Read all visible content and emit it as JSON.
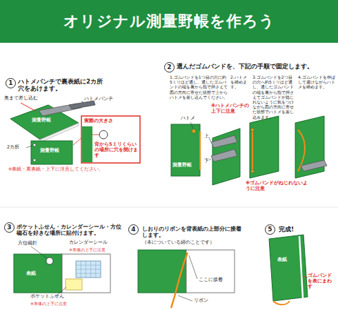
{
  "diagram": {
    "title": "オリジナル測量野帳を作ろう",
    "nodes": [
      {
        "text": [
          "1"
        ]
      },
      {
        "text": [
          "2"
        ]
      },
      {
        "text": [
          "3"
        ]
      },
      {
        "text": [
          "4"
        ]
      },
      {
        "text": [
          "5"
        ]
      }
    ],
    "labels": [
      "ハトメパンチで裏表紙に2カ所 穴をあけます。",
      "奥まで差し込む",
      "ハトメパンチ",
      "測量野帳",
      "実際の大きさ",
      "2カ所",
      "測量野帳",
      "背から5ミリくらいの場所に穴を開けます",
      "※表紙・裏表紙・上下に注意してください。",
      "選んだゴムバンドを、下記の手順で固定します。",
      "1.ゴムバンドを1つ目の穴に約5ミリほど通し、通したゴムバンドの端を裏から指で押さえて図の方向に寄せた状態で上からハトメを差し込んでください。",
      "2.ハトメを締めます。",
      "3.ゴムバンドを2つ目の穴へ約5ミリほど通し、通したゴムバンドの端を裏から指で押さえてゴムバンドが捻じれないように気をつけながら図の方向に寄せた状態でハトメを差し込みます。",
      "4.ゴムバンドを伸ばして避けながらハトメを締めます。",
      "ハトメ",
      "※ハトメパンチの上下に注意",
      "上",
      "下",
      "※ゴムバンドがねじれないように注意",
      "測量野帳",
      "ポケットふせん・カレンダーシール・方位磁石を好きな場所に貼付けます。",
      "方位磁針",
      "カレンダーシール",
      "※本体の上下に注意",
      "表紙",
      "ポケットふせん",
      "※本体の上下に注意",
      "しおりのリボンを背表紙の上部分に接着します。",
      "（本についている紐のことです）",
      "ここに接着",
      "リボン",
      "完成!",
      "表紙",
      "ゴムバンドを表にまわす"
    ]
  }
}
